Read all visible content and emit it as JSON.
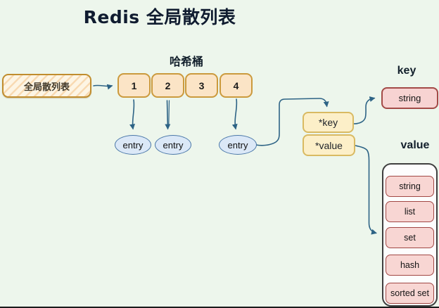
{
  "title": "Redis 全局散列表",
  "global_table": {
    "label": "全局散列表"
  },
  "hash_buckets": {
    "label": "哈希桶",
    "items": [
      "1",
      "2",
      "3",
      "4"
    ]
  },
  "entries": [
    "entry",
    "entry",
    "entry"
  ],
  "entry_node": {
    "key_label": "*key",
    "value_label": "*value"
  },
  "key_panel": {
    "label": "key",
    "type": "string"
  },
  "value_panel": {
    "label": "value",
    "types": [
      "string",
      "list",
      "set",
      "hash",
      "sorted set"
    ]
  },
  "colors": {
    "background": "#edf6ec",
    "arrow": "#2d6385",
    "bucket_fill": "#fbe4c6",
    "bucket_border": "#cb9a3d",
    "global_border": "#c08d2e",
    "entry_fill": "#dbe8f7",
    "entry_border": "#4a77a8",
    "keyvalue_fill": "#fcefc8",
    "keyvalue_border": "#d9ba62",
    "type_fill": "#f8d6d3",
    "type_border": "#a14744",
    "container_border": "#3f3f3f"
  }
}
